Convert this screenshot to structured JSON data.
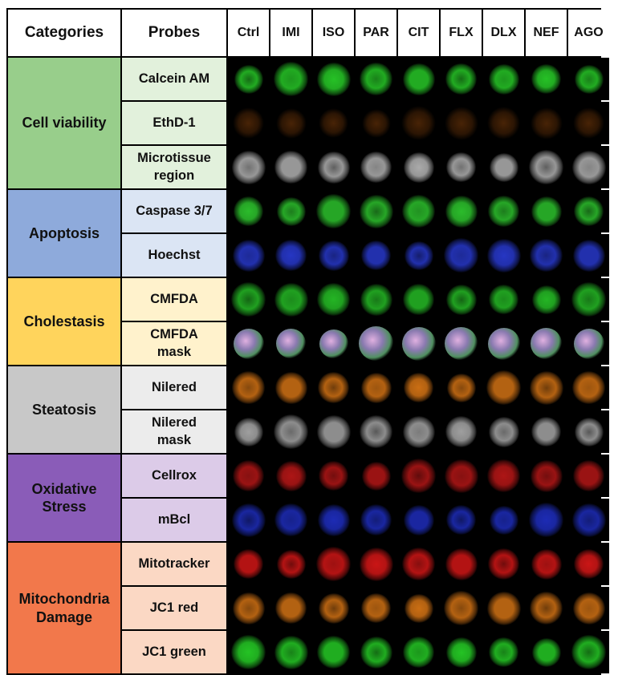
{
  "header": {
    "categories": "Categories",
    "probes": "Probes"
  },
  "compounds": [
    "Ctrl",
    "IMI",
    "ISO",
    "PAR",
    "CIT",
    "FLX",
    "DLX",
    "NEF",
    "AGO"
  ],
  "categories": [
    {
      "label": "Cell viability",
      "color": "#98ce8b",
      "probe_color": "#e2f1dc",
      "rows": 3
    },
    {
      "label": "Apoptosis",
      "color": "#8eaadb",
      "probe_color": "#dbe5f4",
      "rows": 2
    },
    {
      "label": "Cholestasis",
      "color": "#ffd45c",
      "probe_color": "#fff2cc",
      "rows": 2
    },
    {
      "label": "Steatosis",
      "color": "#c8c8c8",
      "probe_color": "#ececec",
      "rows": 2
    },
    {
      "label": "Oxidative\nStress",
      "color": "#8a5cb8",
      "probe_color": "#dccbe8",
      "rows": 2
    },
    {
      "label": "Mitochondria\nDamage",
      "color": "#f2784b",
      "probe_color": "#fbd8c4",
      "rows": 3
    }
  ],
  "probes": [
    {
      "label": "Calcein AM",
      "channel": "green",
      "color": "#2ad62a"
    },
    {
      "label": "EthD-1",
      "channel": "orange-sparse",
      "color": "#d86a12"
    },
    {
      "label": "Microtissue\nregion",
      "channel": "gray",
      "color": "#bdbdbd"
    },
    {
      "label": "Caspase 3/7",
      "channel": "green",
      "color": "#30d030"
    },
    {
      "label": "Hoechst",
      "channel": "blue",
      "color": "#2a3cd8"
    },
    {
      "label": "CMFDA",
      "channel": "green",
      "color": "#28c828"
    },
    {
      "label": "CMFDA\nmask",
      "channel": "multi",
      "color": "#c8a0c8"
    },
    {
      "label": "Nilered",
      "channel": "orange",
      "color": "#e07a16"
    },
    {
      "label": "Nilered\nmask",
      "channel": "gray",
      "color": "#b0b0b0"
    },
    {
      "label": "Cellrox",
      "channel": "red",
      "color": "#c01818"
    },
    {
      "label": "mBcl",
      "channel": "blue",
      "color": "#2030c8"
    },
    {
      "label": "Mitotracker",
      "channel": "red",
      "color": "#e01818"
    },
    {
      "label": "JC1 red",
      "channel": "orange",
      "color": "#e07a16"
    },
    {
      "label": "JC1 green",
      "channel": "green",
      "color": "#28d828"
    }
  ]
}
